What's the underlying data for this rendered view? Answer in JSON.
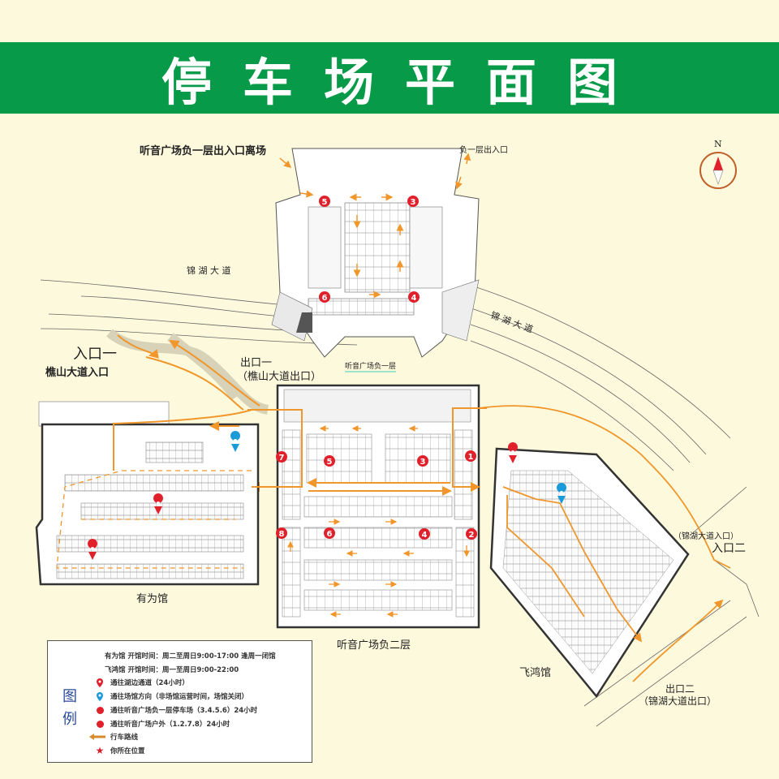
{
  "header": {
    "title": "停车场平面图"
  },
  "compass": {
    "label": "N"
  },
  "labels": {
    "b1_exit_leave": "听音广场负一层出入口离场",
    "b1_entrance_exit": "负一层出入口",
    "jinhu_road_left": "锦 湖 大 道",
    "jinhu_road_right": "锦 湖 大 道",
    "entrance1": "入口一",
    "entrance1_sub": "樵山大道入口",
    "exit1": "出口一",
    "exit1_sub": "（樵山大道出口）",
    "b1_name": "听音广场负一层",
    "b2_name": "听音广场负二层",
    "youwei": "有为馆",
    "feihong": "飞鸿馆",
    "entrance2_sub": "（锦湖大道入口）",
    "entrance2": "入口二",
    "exit2": "出口二",
    "exit2_sub": "（锦湖大道出口）"
  },
  "markers": {
    "b1": [
      "5",
      "3",
      "6",
      "4"
    ],
    "b2": [
      "7",
      "5",
      "3",
      "1",
      "8",
      "6",
      "4",
      "2"
    ]
  },
  "legend": {
    "title": "图例",
    "hours": [
      "有为馆  开馆时间：周二至周日9:00-17:00 逢周一闭馆",
      "飞鸿馆  开馆时间：周一至周日9:00-22:00"
    ],
    "items": [
      {
        "icon": "red-pin-icon",
        "label": "通往湖边通道（24小时）"
      },
      {
        "icon": "blue-pin-icon",
        "label": "通往场馆方向（非场馆运营时间，场馆关闭）"
      },
      {
        "icon": "red-dot-icon",
        "label": "通往听音广场负一层停车场（3.4.5.6）24小时"
      },
      {
        "icon": "red-dot-icon",
        "label": "通往听音广场户外（1.2.7.8）24小时"
      },
      {
        "icon": "orange-arrow-icon",
        "label": "行车路线"
      },
      {
        "icon": "red-star-icon",
        "label": "你所在位置"
      }
    ]
  },
  "colors": {
    "banner": "#079a48",
    "background": "#fdf9dc",
    "route": "#f0962a",
    "marker_red": "#e0202a",
    "marker_blue": "#1a9ad8"
  }
}
